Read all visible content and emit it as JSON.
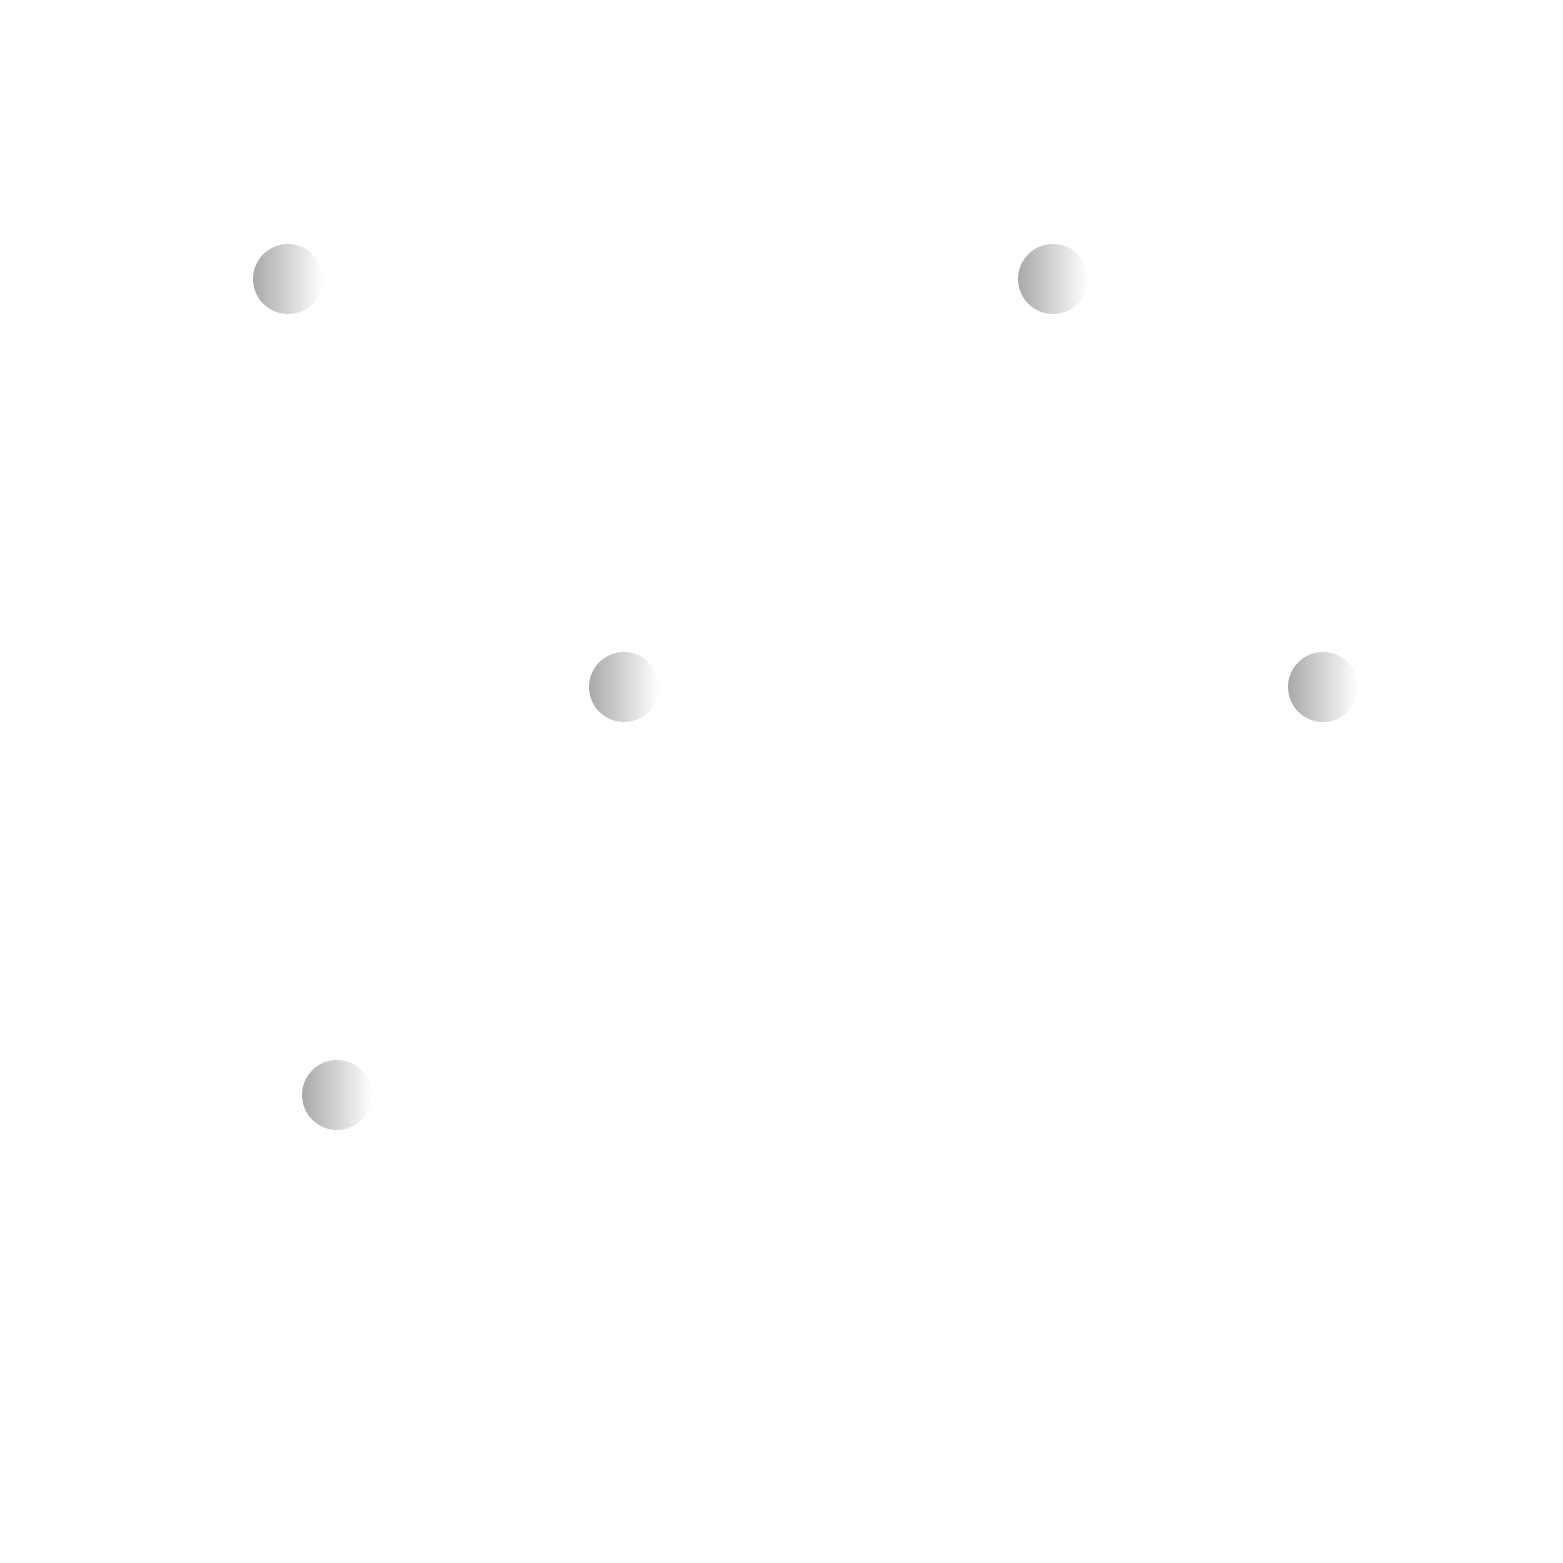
{
  "background_color": "#ffffff",
  "dot": {
    "shape": "circle",
    "gradient_start_color": "#a8a8a8",
    "gradient_end_color": "#ffffff",
    "gradient_direction": "left-to-right"
  },
  "dot_count": 5
}
